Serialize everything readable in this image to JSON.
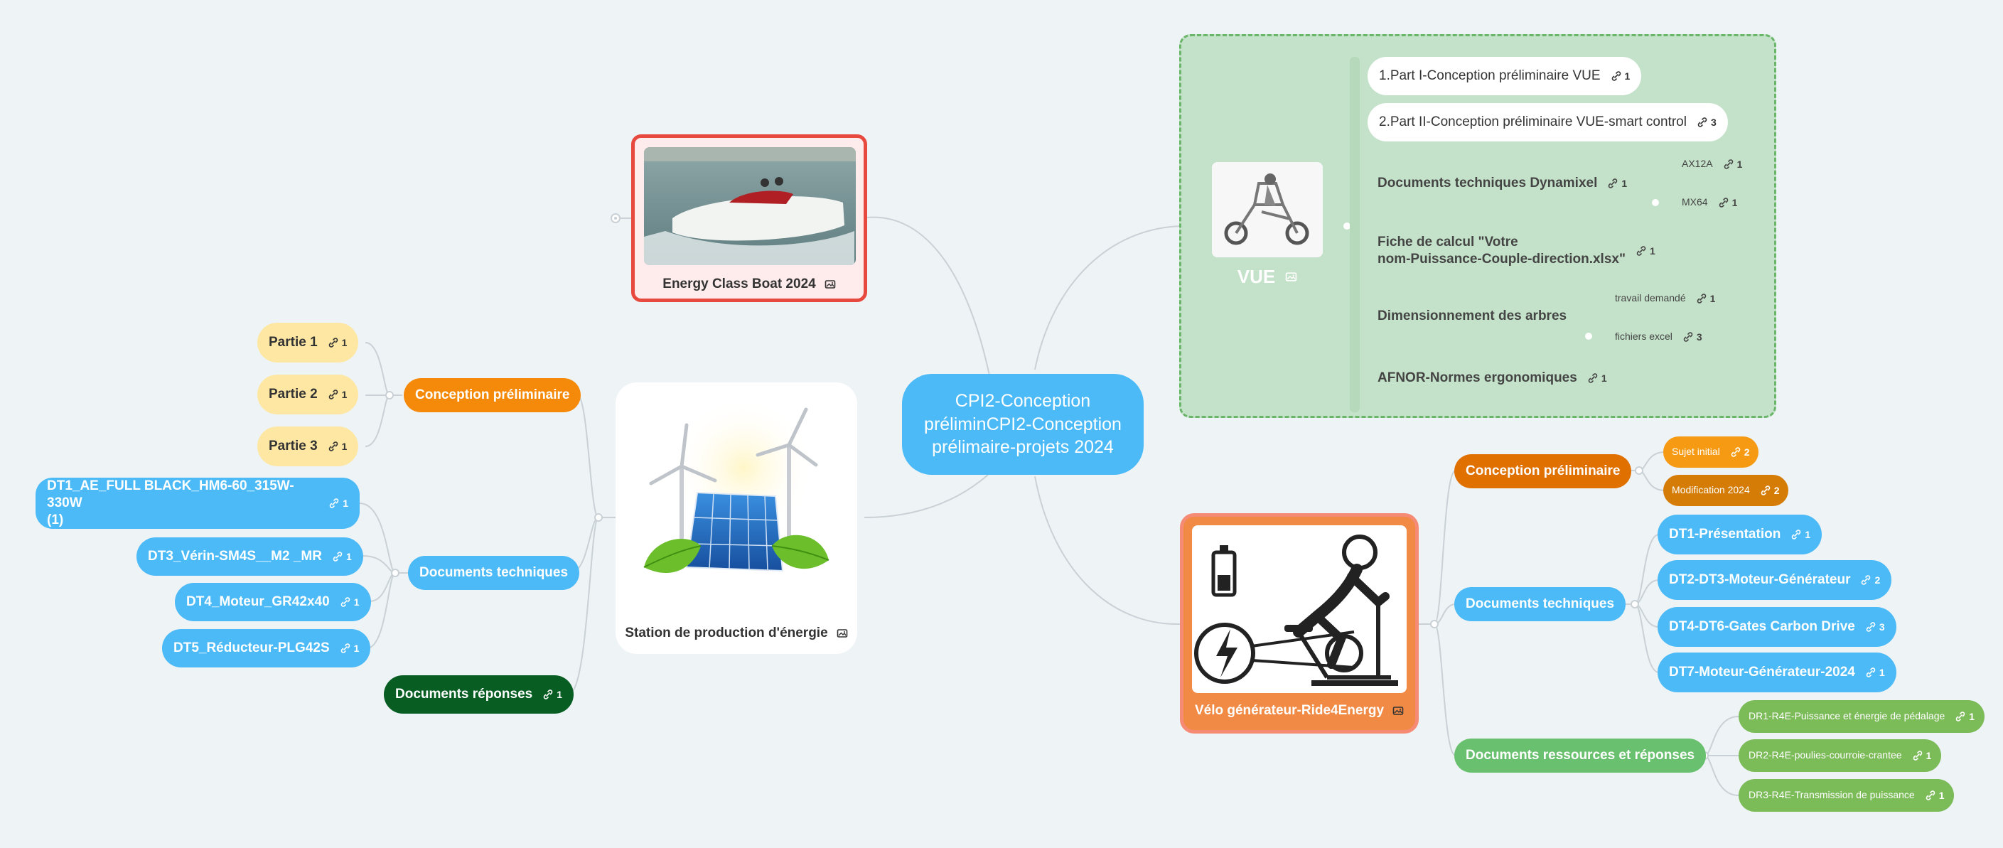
{
  "root": {
    "label": "CPI2-Conception préliminCPI2-Conception prélimaire-projets 2024"
  },
  "cards": {
    "boat": {
      "caption": "Energy Class Boat 2024"
    },
    "energy": {
      "caption": "Station de production d'énergie"
    },
    "velo": {
      "caption": "Vélo générateur-Ride4Energy"
    },
    "vue": {
      "caption": "VUE"
    }
  },
  "left": {
    "conception": {
      "label": "Conception préliminaire"
    },
    "parties": [
      {
        "label": "Partie 1",
        "count": "1"
      },
      {
        "label": "Partie 2",
        "count": "1"
      },
      {
        "label": "Partie 3",
        "count": "1"
      }
    ],
    "documents_techniques": {
      "label": "Documents techniques"
    },
    "dts": [
      {
        "label": "DT1_AE_FULL BLACK_HM6-60_315W-330W\n(1)",
        "count": "1"
      },
      {
        "label": "DT3_Vérin-SM4S__M2 _MR",
        "count": "1"
      },
      {
        "label": "DT4_Moteur_GR42x40",
        "count": "1"
      },
      {
        "label": "DT5_Réducteur-PLG42S",
        "count": "1"
      }
    ],
    "documents_reponses": {
      "label": "Documents réponses",
      "count": "1"
    }
  },
  "vue": {
    "items": [
      {
        "label": "1.Part I-Conception préliminaire VUE",
        "count": "1"
      },
      {
        "label": "2.Part II-Conception préliminaire VUE-smart control",
        "count": "3"
      },
      {
        "label": "Documents techniques Dynamixel",
        "count": "1"
      },
      {
        "label": "Fiche de calcul \"Votre\nnom-Puissance-Couple-direction.xlsx\"",
        "count": "1"
      },
      {
        "label": "Dimensionnement des arbres",
        "count": ""
      },
      {
        "label": "AFNOR-Normes ergonomiques",
        "count": "1"
      }
    ],
    "dynamixel_subs": [
      {
        "label": "AX12A",
        "count": "1"
      },
      {
        "label": "MX64",
        "count": "1"
      }
    ],
    "arbres_subs": [
      {
        "label": "travail demandé",
        "count": "1"
      },
      {
        "label": "fichiers excel",
        "count": "3"
      }
    ]
  },
  "velo": {
    "conception": {
      "label": "Conception préliminaire"
    },
    "conception_subs": [
      {
        "label": "Sujet initial",
        "count": "2"
      },
      {
        "label": "Modification 2024",
        "count": "2"
      }
    ],
    "documents_techniques": {
      "label": "Documents techniques"
    },
    "dts": [
      {
        "label": "DT1-Présentation",
        "count": "1"
      },
      {
        "label": "DT2-DT3-Moteur-Générateur",
        "count": "2"
      },
      {
        "label": "DT4-DT6-Gates Carbon Drive",
        "count": "3"
      },
      {
        "label": "DT7-Moteur-Générateur-2024",
        "count": "1"
      }
    ],
    "ressources": {
      "label": "Documents ressources et réponses"
    },
    "drs": [
      {
        "label": "DR1-R4E-Puissance et énergie de pédalage",
        "count": "1"
      },
      {
        "label": "DR2-R4E-poulies-courroie-crantee",
        "count": "1"
      },
      {
        "label": "DR3-R4E-Transmission de puissance",
        "count": "1"
      }
    ]
  },
  "colors": {
    "background": "#eef3f6",
    "blue": "#4bbaf7",
    "orange": "#f58a0a",
    "yellow": "#fde7a3",
    "dark_green": "#075d22",
    "green": "#69c06e",
    "vue_area": "#c4e2c9"
  }
}
